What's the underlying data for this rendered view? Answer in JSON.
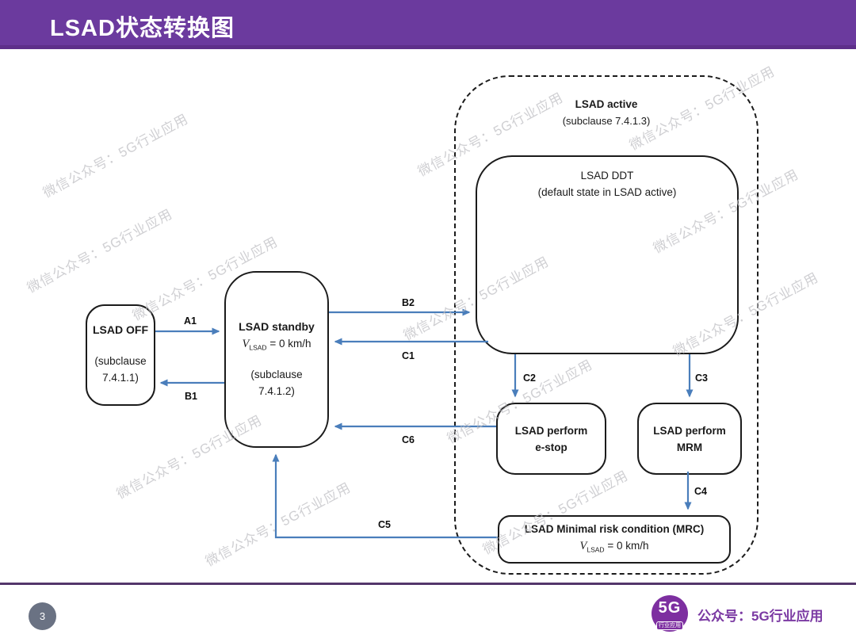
{
  "header": {
    "title": "LSAD状态转换图"
  },
  "diagram": {
    "nodes": {
      "off": {
        "title": "LSAD OFF",
        "sub1": "(subclause",
        "sub2": "7.4.1.1)"
      },
      "standby": {
        "title": "LSAD standby",
        "speed_v": "V",
        "speed_sub": "LSAD",
        "speed_rest": " = 0 km/h",
        "sub1": "(subclause",
        "sub2": "7.4.1.2)"
      },
      "active": {
        "title": "LSAD active",
        "sub": "(subclause 7.4.1.3)"
      },
      "ddt": {
        "title": "LSAD DDT",
        "sub": "(default state in LSAD active)"
      },
      "estop": {
        "line1": "LSAD perform",
        "line2": "e-stop"
      },
      "mrm": {
        "line1": "LSAD perform",
        "line2": "MRM"
      },
      "mrc": {
        "title": "LSAD Minimal risk condition (MRC)",
        "speed_v": "V",
        "speed_sub": "LSAD",
        "speed_rest": " = 0 km/h"
      }
    },
    "edges": {
      "a1": "A1",
      "b1": "B1",
      "b2": "B2",
      "c1": "C1",
      "c2": "C2",
      "c3": "C3",
      "c4": "C4",
      "c5": "C5",
      "c6": "C6"
    },
    "arrow_color": "#4a7ebb"
  },
  "watermark": {
    "text": "微信公众号：5G行业应用"
  },
  "footer": {
    "page_number": "3",
    "logo_top": "5G",
    "logo_bottom": "行业应用",
    "account_text": "公众号：5G行业应用"
  },
  "colors": {
    "header_purple": "#6b3a9e",
    "accent_purple": "#7b3aa3"
  }
}
